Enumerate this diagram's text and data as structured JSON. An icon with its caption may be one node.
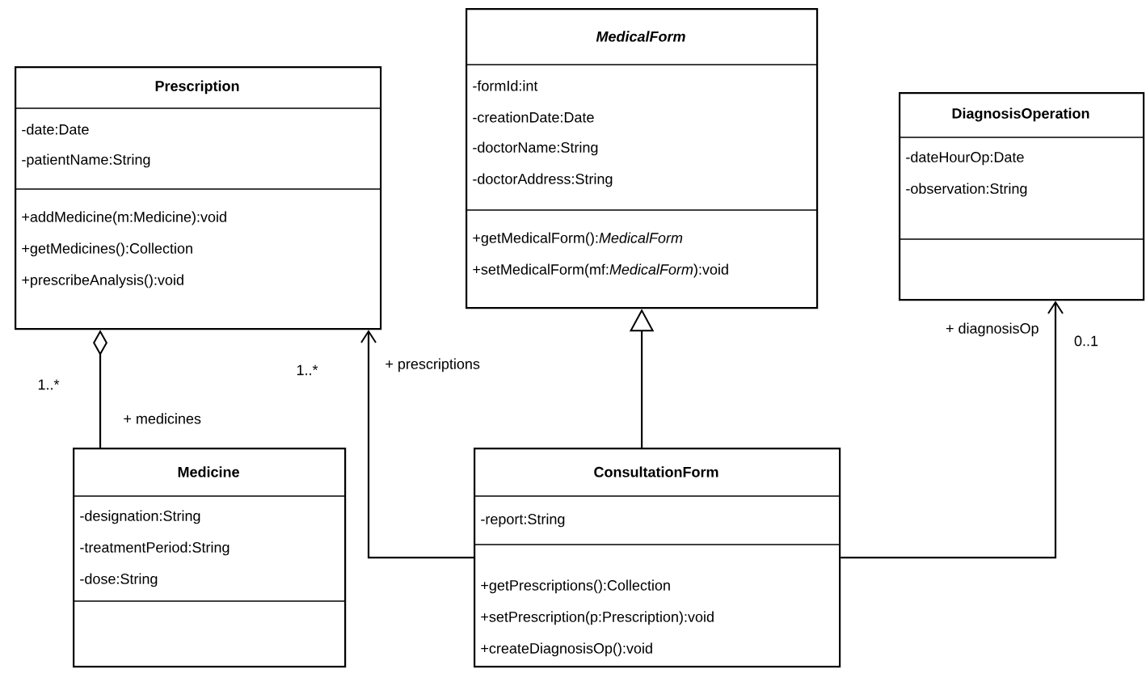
{
  "diagram": {
    "nodes": [
      {
        "text": [
          "Prescription",
          "-date:Date",
          "-patientName:String",
          "+addMedicine(m:Medicine):void",
          "+getMedicines():Collection",
          "+prescribeAnalysis():void"
        ]
      },
      {
        "text": [
          "MedicalForm",
          "-formId:int",
          "-creationDate:Date",
          "-doctorName:String",
          "-doctorAddress:String",
          "+getMedicalForm():*MedicalForm*",
          "+setMedicalForm(mf:*MedicalForm*):void"
        ]
      },
      {
        "text": [
          "DiagnosisOperation",
          "-dateHourOp:Date",
          "-observation:String"
        ]
      },
      {
        "text": [
          "Medicine",
          "-designation:String",
          "-treatmentPeriod:String",
          "-dose:String"
        ]
      },
      {
        "text": [
          "ConsultationForm",
          "-report:String",
          "+getPrescriptions():Collection",
          "+setPrescription(p:Prescription):void",
          "+createDiagnosisOp():void"
        ]
      }
    ],
    "edges": [
      {
        "from": 3,
        "to": 0,
        "arrow": "other",
        "label": "+ medicines"
      },
      {
        "from": 4,
        "to": 0,
        "arrow": "to",
        "label": "+ prescriptions"
      },
      {
        "from": 4,
        "to": 1,
        "arrow": "to"
      },
      {
        "from": 4,
        "to": 2,
        "arrow": "to",
        "label": "+ diagnosisOp"
      }
    ],
    "labels": [
      "1..*",
      "1..*",
      "0..1"
    ]
  }
}
